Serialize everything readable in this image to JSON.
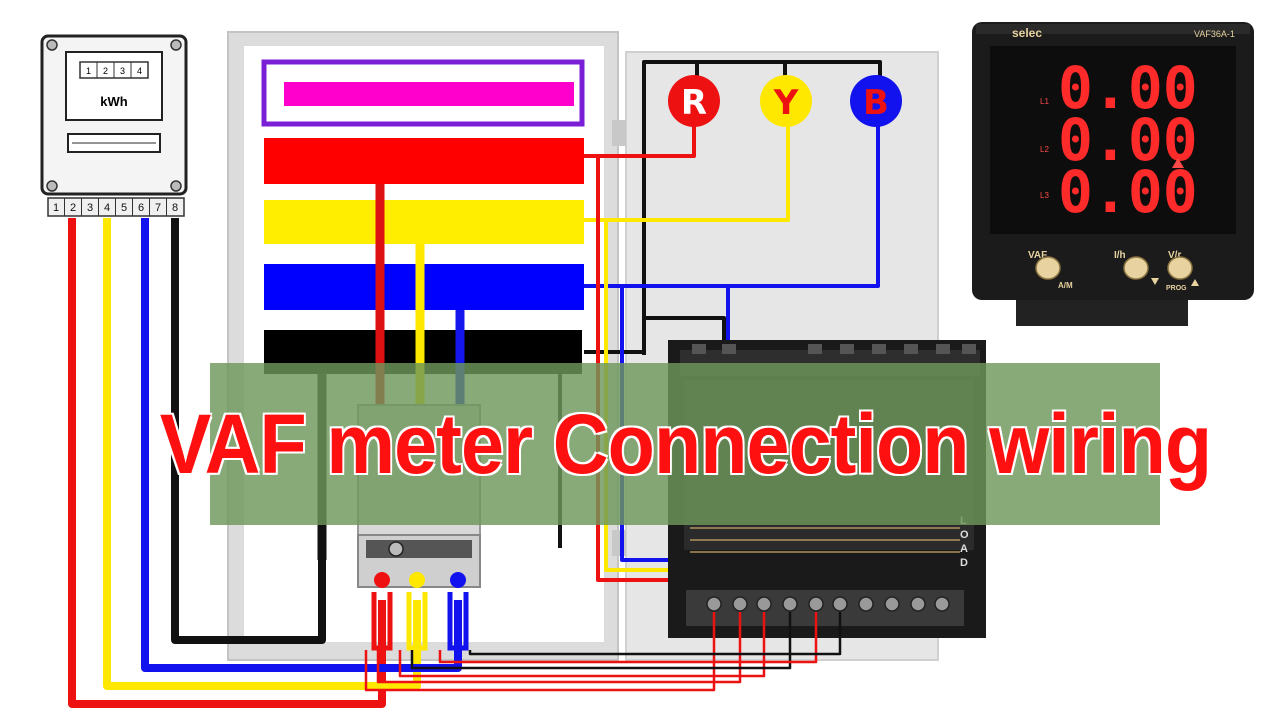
{
  "energy_meter": {
    "counter_digits": [
      "1",
      "2",
      "3",
      "4"
    ],
    "unit_label": "kWh",
    "terminal_numbers": [
      "1",
      "2",
      "3",
      "4",
      "5",
      "6",
      "7",
      "8"
    ]
  },
  "phase_labels": [
    "R",
    "Y",
    "B"
  ],
  "busbar_colors": {
    "top": "#ff00cc",
    "R": "#ff0000",
    "Y": "#ffee00",
    "B": "#0000ff",
    "N": "#000000"
  },
  "vaf_meter": {
    "brand": "selec",
    "model": "VAF36A-1",
    "readings": [
      "0.00",
      "0.00",
      "0.00"
    ],
    "row_markers": [
      "L1",
      "L2",
      "L3"
    ],
    "buttons": [
      "VAF",
      "I/h",
      "V/r"
    ],
    "sub_labels": [
      "A/M",
      "PROG"
    ]
  },
  "terminal_block": {
    "side_labels": [
      "L",
      "O",
      "A",
      "D"
    ]
  },
  "title": "VAF meter Connection wiring"
}
